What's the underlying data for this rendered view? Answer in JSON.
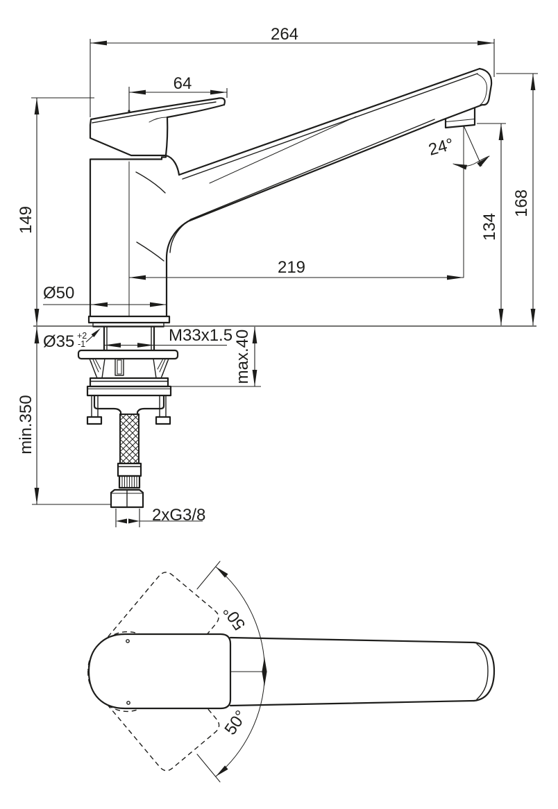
{
  "drawing": {
    "type": "faucet installation dimension drawing",
    "colors": {
      "line": "#1d1d1b",
      "background": "#ffffff"
    },
    "side_view": {
      "labels": {
        "overall_width": "264",
        "handle_length": "64",
        "spout_angle": "24°",
        "body_height": "149",
        "spout_tip_height": "168",
        "outlet_height": "134",
        "spout_reach": "219",
        "base_diameter": "Ø50",
        "hole_diameter": "Ø35",
        "hole_tol_plus": "+2",
        "hole_tol_minus": "-1",
        "thread": "M33x1.5",
        "deck_thickness": "max.40",
        "hose_clearance": "min.350",
        "supply_connection": "2xG3/8"
      }
    },
    "top_view": {
      "labels": {
        "swivel_upper": "50°",
        "swivel_lower": "50°"
      }
    }
  }
}
